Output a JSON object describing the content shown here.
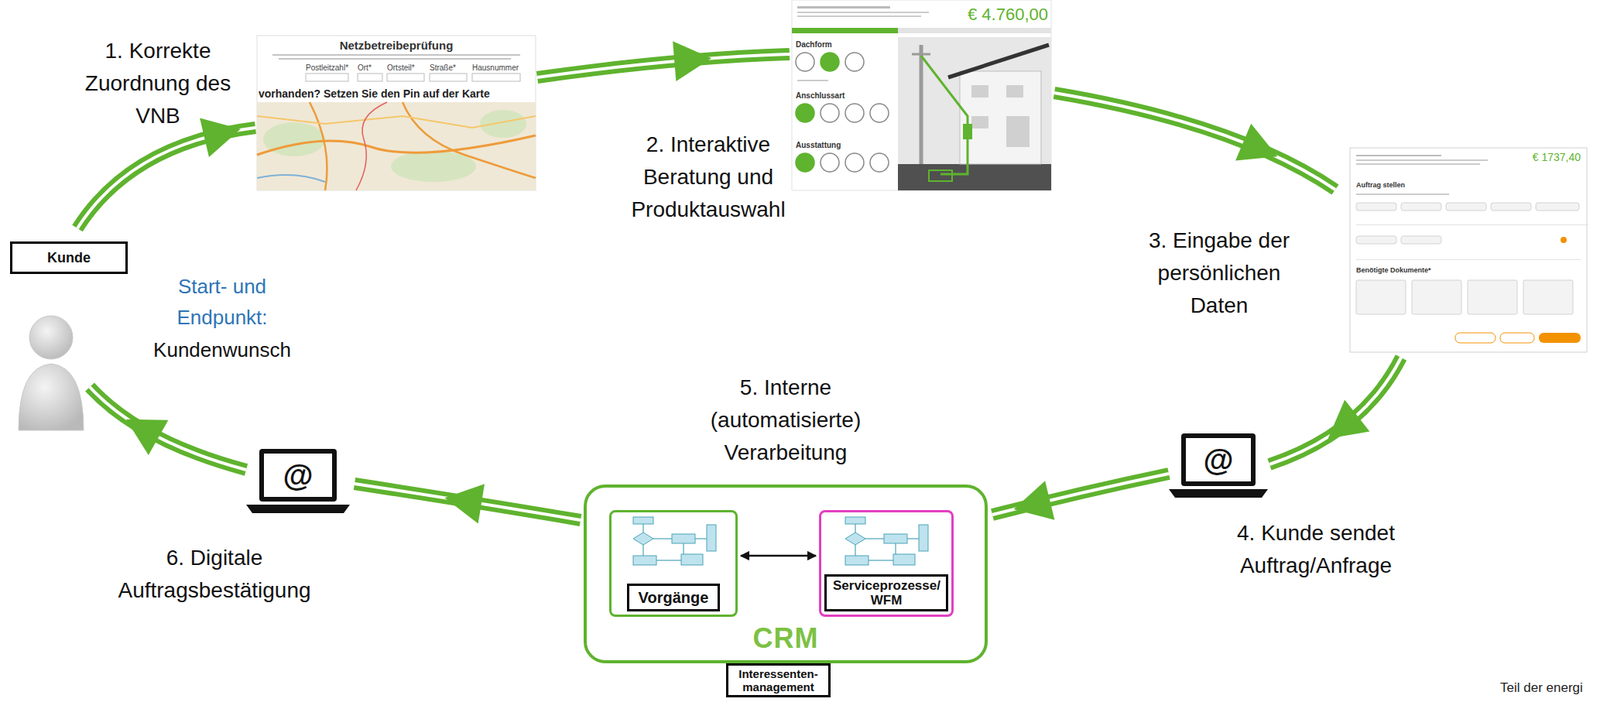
{
  "diagram": {
    "nodes": [
      {
        "text": [
          "Kunde"
        ]
      },
      {
        "text": [
          "CRM"
        ]
      },
      {
        "text": [
          "Vorgänge"
        ],
        "in": 1
      },
      {
        "text": [
          "Serviceprozesse/ WFM"
        ],
        "in": 1
      },
      {
        "text": [
          "Interessenten-management"
        ],
        "in": 1
      }
    ],
    "edges": [
      {
        "from": 2,
        "to": 3,
        "arrow": "both"
      }
    ],
    "labels": [
      "1. Korrekte Zuordnung des VNB",
      "Netzbetreibeprüfung",
      "Postleitzahl*",
      "Ort*",
      "Ortsteil*",
      "Straße*",
      "Hausnummer",
      "vorhanden? Setzen Sie den Pin auf der Karte",
      "2. Interaktive Beratung und Produktauswahl",
      "€ 4.760,00",
      "Dachform",
      "Anschlussart",
      "Ausstattung",
      "3. Eingabe der persönlichen Daten",
      "€ 1737,40",
      "Auftrag stellen",
      "Benötigte Dokumente*",
      "Start- und Endpunkt:",
      "Kundenwunsch",
      "4. Kunde sendet Auftrag/Anfrage",
      "@",
      "5. Interne (automatisierte) Verarbeitung",
      "6. Digitale Auftragsbestätigung",
      "@",
      "Teil der energi"
    ]
  }
}
